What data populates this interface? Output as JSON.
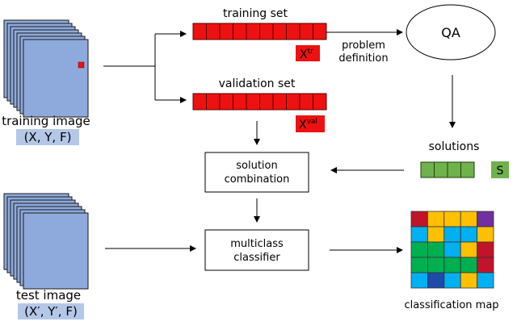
{
  "labels": {
    "training_set": "training set",
    "validation_set": "validation set",
    "x_tr_base": "X",
    "x_tr_sup": "tr",
    "x_val_base": "X",
    "x_val_sup": "val",
    "problem_line1": "problem",
    "problem_line2": "definition",
    "qa": "QA",
    "solutions": "solutions",
    "s": "S",
    "combination_line1": "solution",
    "combination_line2": "combination",
    "classifier_line1": "multiclass",
    "classifier_line2": "classifier",
    "training_image": "training image",
    "training_tuple": "(X, Y, F)",
    "test_image": "test image",
    "test_tuple": "(X′, Y′, F)",
    "classification_map": "classification map"
  },
  "colors": {
    "red": "#ee1111",
    "green": "#6fb24b",
    "image_fill": "#8eaadc",
    "label_bg": "#b4c7e7",
    "map_red": "#c0142b",
    "map_yellow": "#ffc000",
    "map_purple": "#7030a0",
    "map_blue": "#00b0f0",
    "map_green": "#00b050",
    "map_navy": "#1f4aa8"
  },
  "classification_map": [
    [
      "red",
      "yellow",
      "yellow",
      "yellow",
      "purple"
    ],
    [
      "blue",
      "yellow",
      "blue",
      "blue",
      "yellow"
    ],
    [
      "green",
      "green",
      "blue",
      "yellow",
      "red"
    ],
    [
      "green",
      "green",
      "green",
      "green",
      "red"
    ],
    [
      "blue",
      "navy",
      "blue",
      "yellow",
      "blue"
    ]
  ]
}
